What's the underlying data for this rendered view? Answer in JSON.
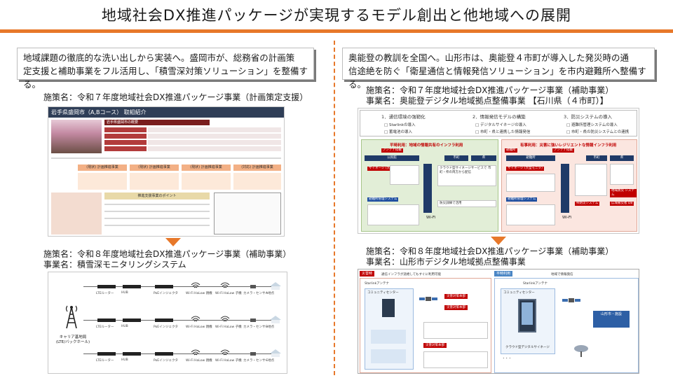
{
  "page": {
    "title": "地域社会DX推進パッケージが実現するモデル創出と他地域への展開"
  },
  "left": {
    "summary_line1": "地域課題の徹底的な洗い出しから実装へ。盛岡市が、総務省の計画策",
    "summary_line2": "定支援と補助事業をフル活用し、「積雪深対策ソリューション」を整備する。",
    "caption1": "施策名：令和７年度地域社会DX推進パッケージ事業（計画策定支援）",
    "caption2_line1": "施策名：令和８年度地域社会DX推進パッケージ事業（補助事業）",
    "caption2_line2": "事業名：積雪深モニタリングシステム",
    "thumb1": {
      "header": "岩手県盛岡市（A,Bコース） 取組紹介",
      "section": "岩手県盛岡市の概要",
      "steps": [
        "(現状) 計画推進事業",
        "(現状) 計画推進事業",
        "(現状) 計画推進事業",
        "(対応) 計画推進事業"
      ],
      "band": "推進支援事業のポイント"
    },
    "thumb2": {
      "tower_label_1": "キャリア基地局",
      "tower_label_2": "(LTE/バックホール)",
      "rows": [
        [
          "LTEルーター",
          "HUB",
          "PoEインジェクタ",
          "Wi-Fi HaLow 親機",
          "Wi-Fi HaLow 子機",
          "カメラ・センサー",
          "A地点"
        ],
        [
          "LTEルーター",
          "HUB",
          "PoEインジェクタ",
          "Wi-Fi HaLow 親機",
          "Wi-Fi HaLow 子機",
          "カメラ・センサー",
          "B地点"
        ],
        [
          "LTEルーター",
          "HUB",
          "PoEインジェクタ",
          "Wi-Fi HaLow 親機",
          "Wi-Fi HaLow 子機",
          "カメラ・センサー",
          "C地点"
        ]
      ]
    }
  },
  "right": {
    "summary_line1": "奥能登の教訓を全国へ。山形市は、奥能登４市町が導入した発災時の通",
    "summary_line2": "信途絶を防ぐ「衛星通信と情報発信ソリューション」を市内避難所へ整備する。",
    "caption1_line1": "施策名：令和７年度地域社会DX推進パッケージ事業（補助事業）",
    "caption1_line2": "事業名：奥能登デジタル地域拠点整備事業 【石川県（４市町）】",
    "caption2_line1": "施策名：令和８年度地域社会DX推進パッケージ事業（補助事業）",
    "caption2_line2": "事業名：山形市デジタル地域拠点整備事業",
    "thumb3": {
      "heads": [
        "1．通信環境の強靭化",
        "2．情報発信モデルの構築",
        "3．防災システムの導入"
      ],
      "items": [
        [
          "Starlinkの導入",
          "蓄電池の導入"
        ],
        [
          "デジタルサイネージの導入",
          "市町・県と連携した情報発信"
        ],
        [
          "避難所管理システムの導入",
          "市町・県の防災システムとの連携"
        ]
      ],
      "normal": "平時利用：地域の情報共有のインフラ利用",
      "emergency": "有事利用：災害に強いレジリエントな情報インフラ利用",
      "public": "公民館",
      "city": "市町",
      "pref": "県",
      "shelter": "避難所",
      "signage": "サイネージ (大型モニタ)",
      "cloud": "クラウド型サイネージサービスで 市町・県の両方から配信",
      "wifi": "Wi-Fi",
      "sysmgmt": "避難所管理システム",
      "bousai": "防災訓練で活用",
      "antenna": "アンテナ搭載",
      "bousai_sys": "地域防災 システム",
      "koiki": "広域被災者 DB",
      "ken_sys": "県防災システム"
    },
    "thumb4": {
      "tag_disaster": "災害時",
      "tag_normal": "平時利用",
      "head_disaster": "通信インフラが途絶してもすぐに利用可能",
      "head_normal": "地域で情報発信",
      "community": "コミュニティセンター",
      "starlink": "Starlinkアンテナ",
      "pref_target": "山形市・施設",
      "info_a": "災害対策本部",
      "info_b": "災害対策本部",
      "cloud": "クラウド型デジタルサイネージ"
    }
  },
  "colors": {
    "accent": "#e7782a",
    "navy": "#1f3a68",
    "red": "#c00000"
  }
}
